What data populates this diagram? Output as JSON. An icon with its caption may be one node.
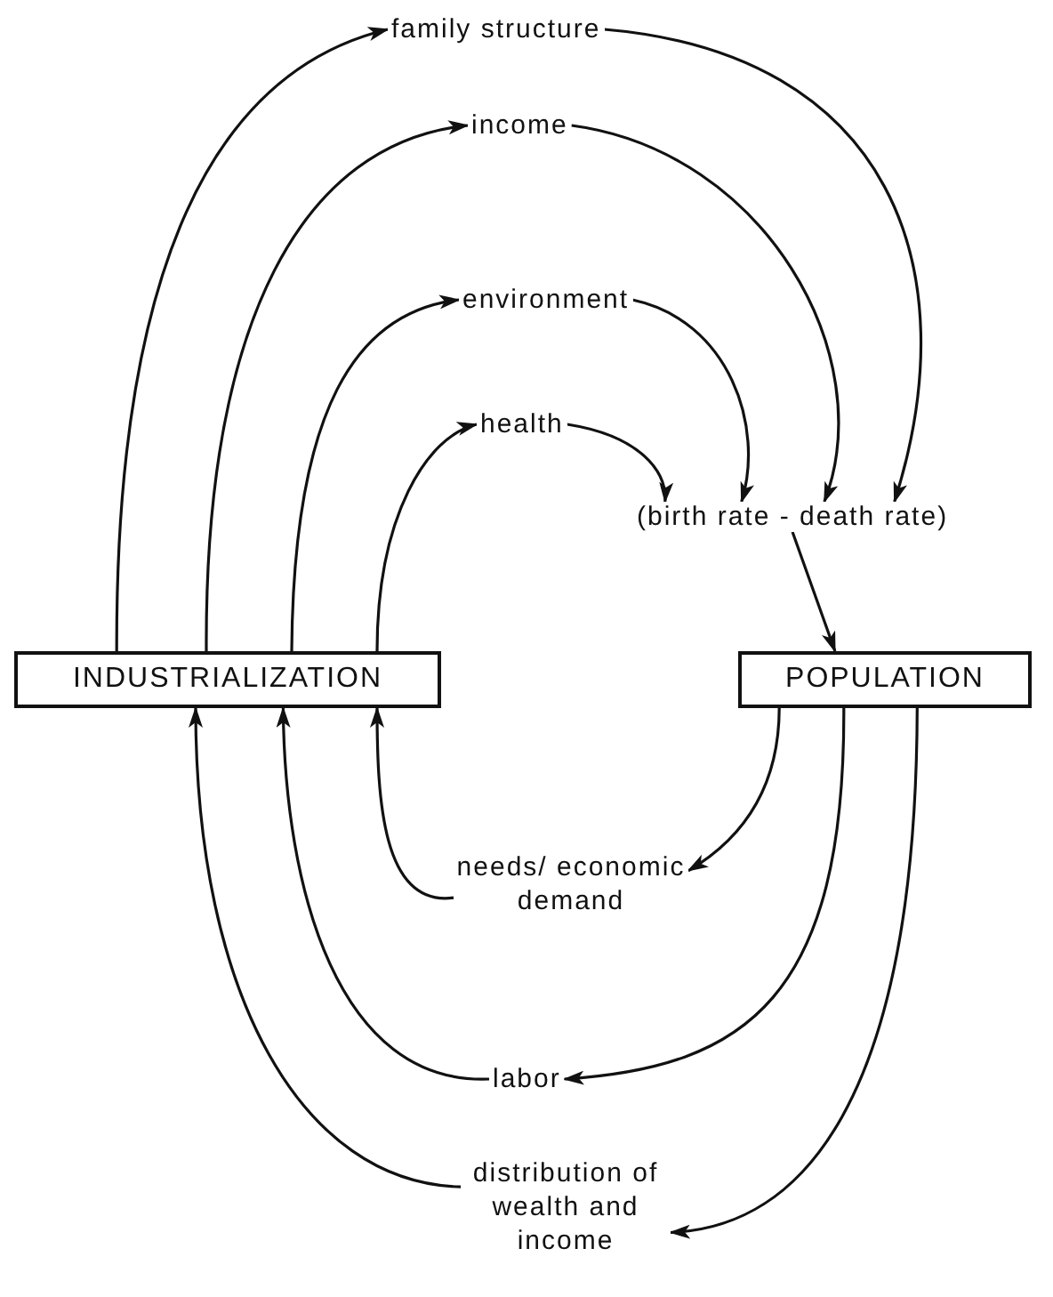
{
  "diagram": {
    "nodes": [
      {
        "text": [
          "family structure"
        ]
      },
      {
        "text": [
          "income"
        ]
      },
      {
        "text": [
          "environment"
        ]
      },
      {
        "text": [
          "health"
        ]
      },
      {
        "text": [
          "(birth rate - death rate)"
        ]
      },
      {
        "text": [
          "INDUSTRIALIZATION"
        ]
      },
      {
        "text": [
          "POPULATION"
        ]
      },
      {
        "text": [
          "needs/ economic demand"
        ]
      },
      {
        "text": [
          "labor"
        ]
      },
      {
        "text": [
          "distribution of wealth and income"
        ]
      }
    ],
    "edges": [
      {
        "from": 5,
        "to": 0,
        "arrow": "to"
      },
      {
        "from": 0,
        "to": 4,
        "arrow": "to"
      },
      {
        "from": 5,
        "to": 1,
        "arrow": "to"
      },
      {
        "from": 1,
        "to": 4,
        "arrow": "to"
      },
      {
        "from": 5,
        "to": 2,
        "arrow": "to"
      },
      {
        "from": 2,
        "to": 4,
        "arrow": "to"
      },
      {
        "from": 5,
        "to": 3,
        "arrow": "to"
      },
      {
        "from": 3,
        "to": 4,
        "arrow": "to"
      },
      {
        "from": 4,
        "to": 6,
        "arrow": "to"
      },
      {
        "from": 6,
        "to": 7,
        "arrow": "to"
      },
      {
        "from": 6,
        "to": 8,
        "arrow": "to"
      },
      {
        "from": 6,
        "to": 9,
        "arrow": "to"
      },
      {
        "from": 7,
        "to": 5,
        "arrow": "to"
      },
      {
        "from": 8,
        "to": 5,
        "arrow": "to"
      },
      {
        "from": 9,
        "to": 5,
        "arrow": "to"
      }
    ]
  }
}
